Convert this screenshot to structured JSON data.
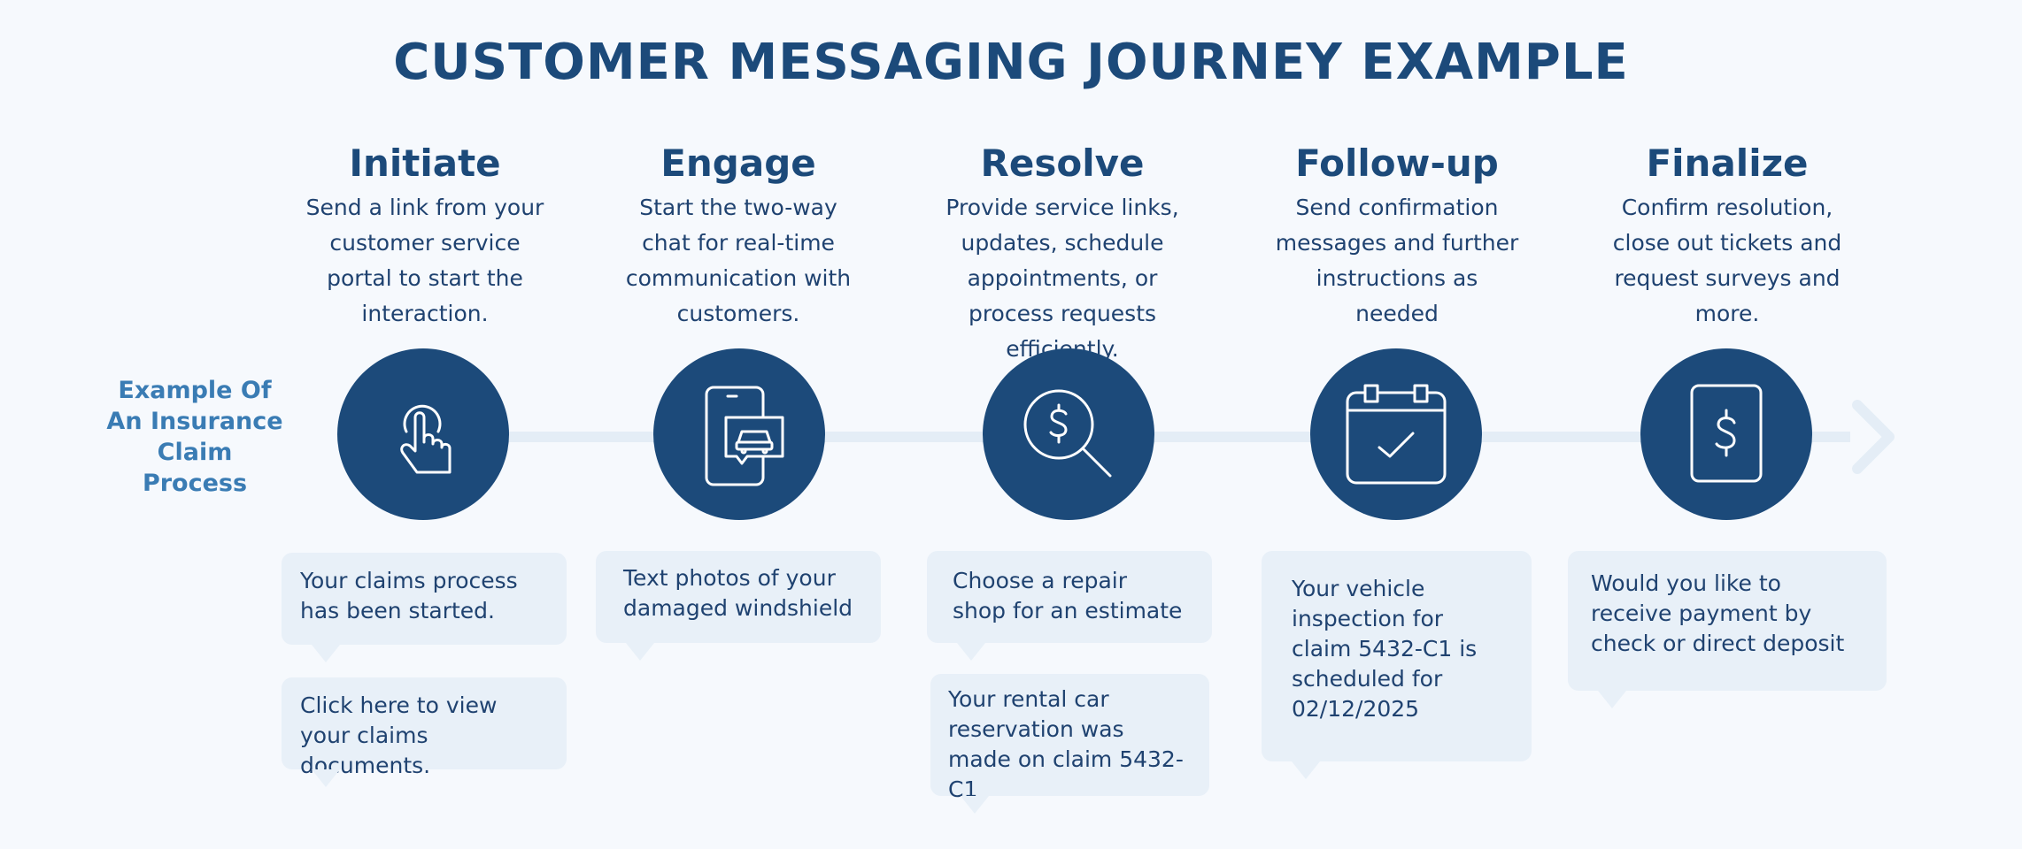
{
  "title": "CUSTOMER MESSAGING JOURNEY EXAMPLE",
  "side_label": [
    "Example Of",
    "An Insurance",
    "Claim",
    "Process"
  ],
  "steps": [
    {
      "title": "Initiate",
      "desc": "Send a link from your customer service portal to start the interaction.",
      "icon": "hand-pointer-icon",
      "messages": [
        "Your claims process has been started.",
        "Click here to view your claims documents."
      ]
    },
    {
      "title": "Engage",
      "desc": "Start the two-way chat for real-time communication with customers.",
      "icon": "phone-chat-car-icon",
      "messages": [
        "Text photos of your damaged windshield"
      ]
    },
    {
      "title": "Resolve",
      "desc": "Provide service links, updates, schedule appointments, or process requests efficiently.",
      "icon": "magnifier-dollar-icon",
      "messages": [
        "Choose a repair shop for an estimate",
        "Your rental car reservation was made on claim 5432-C1"
      ]
    },
    {
      "title": "Follow-up",
      "desc": "Send confirmation messages and further instructions as needed",
      "icon": "calendar-check-icon",
      "messages": [
        "Your vehicle inspection for claim 5432-C1 is scheduled for 02/12/2025"
      ]
    },
    {
      "title": "Finalize",
      "desc": "Confirm resolution, close out tickets and request surveys and more.",
      "icon": "dollar-card-icon",
      "messages": [
        "Would you like to receive payment by check or direct deposit"
      ]
    }
  ],
  "colors": {
    "primary": "#1c4a7a",
    "accent": "#3a7cb4",
    "bubble": "#e8f0f8",
    "background": "#f6f9fd"
  }
}
